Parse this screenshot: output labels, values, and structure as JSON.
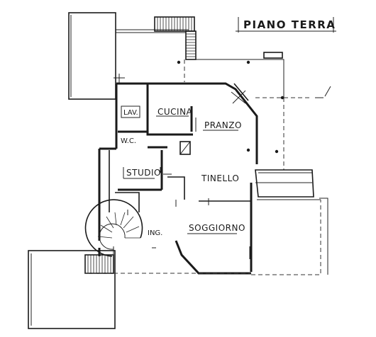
{
  "title": "PIANO TERRA",
  "rooms": {
    "lav": "LAV.",
    "cucina": "CUCINA",
    "pranzo": "PRANZO",
    "wc": "W.C.",
    "studio": "STUDIO",
    "tinello": "TINELLO",
    "ingresso": "ING.",
    "soggiorno": "SOGGIORNO"
  },
  "colors": {
    "ink": "#1a1a1a",
    "paper": "#ffffff"
  }
}
